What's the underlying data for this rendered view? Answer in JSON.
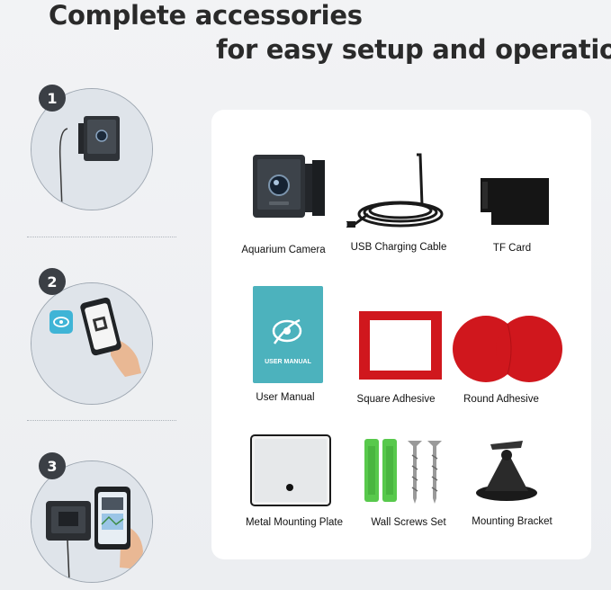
{
  "headline": {
    "line1": "Complete accessories",
    "line2": "for easy setup and operation"
  },
  "steps": [
    {
      "number": "1"
    },
    {
      "number": "2"
    },
    {
      "number": "3"
    }
  ],
  "items": [
    {
      "label": "Aquarium Camera"
    },
    {
      "label": "USB Charging Cable"
    },
    {
      "label": "TF Card"
    },
    {
      "label": "User Manual",
      "card_text": "USER MANUAL"
    },
    {
      "label": "Square Adhesive"
    },
    {
      "label": "Round Adhesive"
    },
    {
      "label": "Metal Mounting Plate"
    },
    {
      "label": "Wall Screws Set"
    },
    {
      "label": "Mounting Bracket"
    }
  ],
  "colors": {
    "adhesive_red": "#d0171d",
    "manual_teal": "#4cb2bd",
    "screw_green": "#58c94c",
    "step_badge": "#3b3f45"
  }
}
